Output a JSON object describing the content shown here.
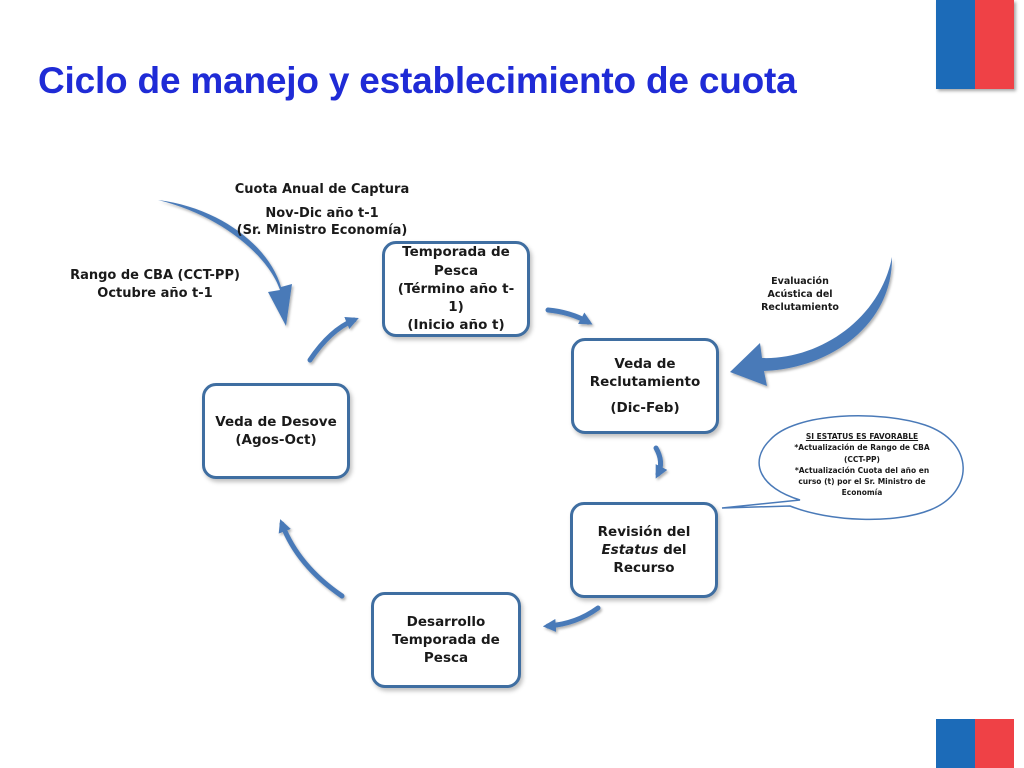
{
  "title": "Ciclo de manejo y establecimiento de cuota",
  "colors": {
    "title": "#1f2bd6",
    "box_border": "#3f6ea1",
    "arrow": "#4a7ab8",
    "flag_blue": "#1c6bb8",
    "flag_red": "#ef4146"
  },
  "nodes": {
    "temporada": {
      "line1": "Temporada de",
      "line2": "Pesca",
      "line3": "(Término año t-1)",
      "line4": "(Inicio año t)"
    },
    "veda_reclutamiento": {
      "line1": "Veda de",
      "line2": "Reclutamiento",
      "line3": "(Dic-Feb)"
    },
    "revision": {
      "line1": "Revisión del",
      "line2_italic": "Estatus",
      "line2_rest": " del",
      "line3": "Recurso"
    },
    "desarrollo": {
      "line1": "Desarrollo",
      "line2": "Temporada de",
      "line3": "Pesca"
    },
    "veda_desove": {
      "line1": "Veda de Desove",
      "line2": "(Agos-Oct)"
    }
  },
  "labels": {
    "cuota": {
      "line1": "Cuota Anual de Captura",
      "line2": "Nov-Dic año t-1",
      "line3": "(Sr. Ministro Economía)"
    },
    "rango": {
      "line1": "Rango de CBA (CCT-PP)",
      "line2": "Octubre año t-1"
    },
    "evaluacion": {
      "line1": "Evaluación",
      "line2": "Acústica del",
      "line3": "Reclutamiento"
    }
  },
  "bubble": {
    "line1": "SI ESTATUS ES FAVORABLE",
    "line2": "*Actualización de Rango de CBA",
    "line3": "(CCT-PP)",
    "line4": "*Actualización Cuota del año en",
    "line5": "curso (t) por el Sr. Ministro de",
    "line6": "Economía"
  }
}
